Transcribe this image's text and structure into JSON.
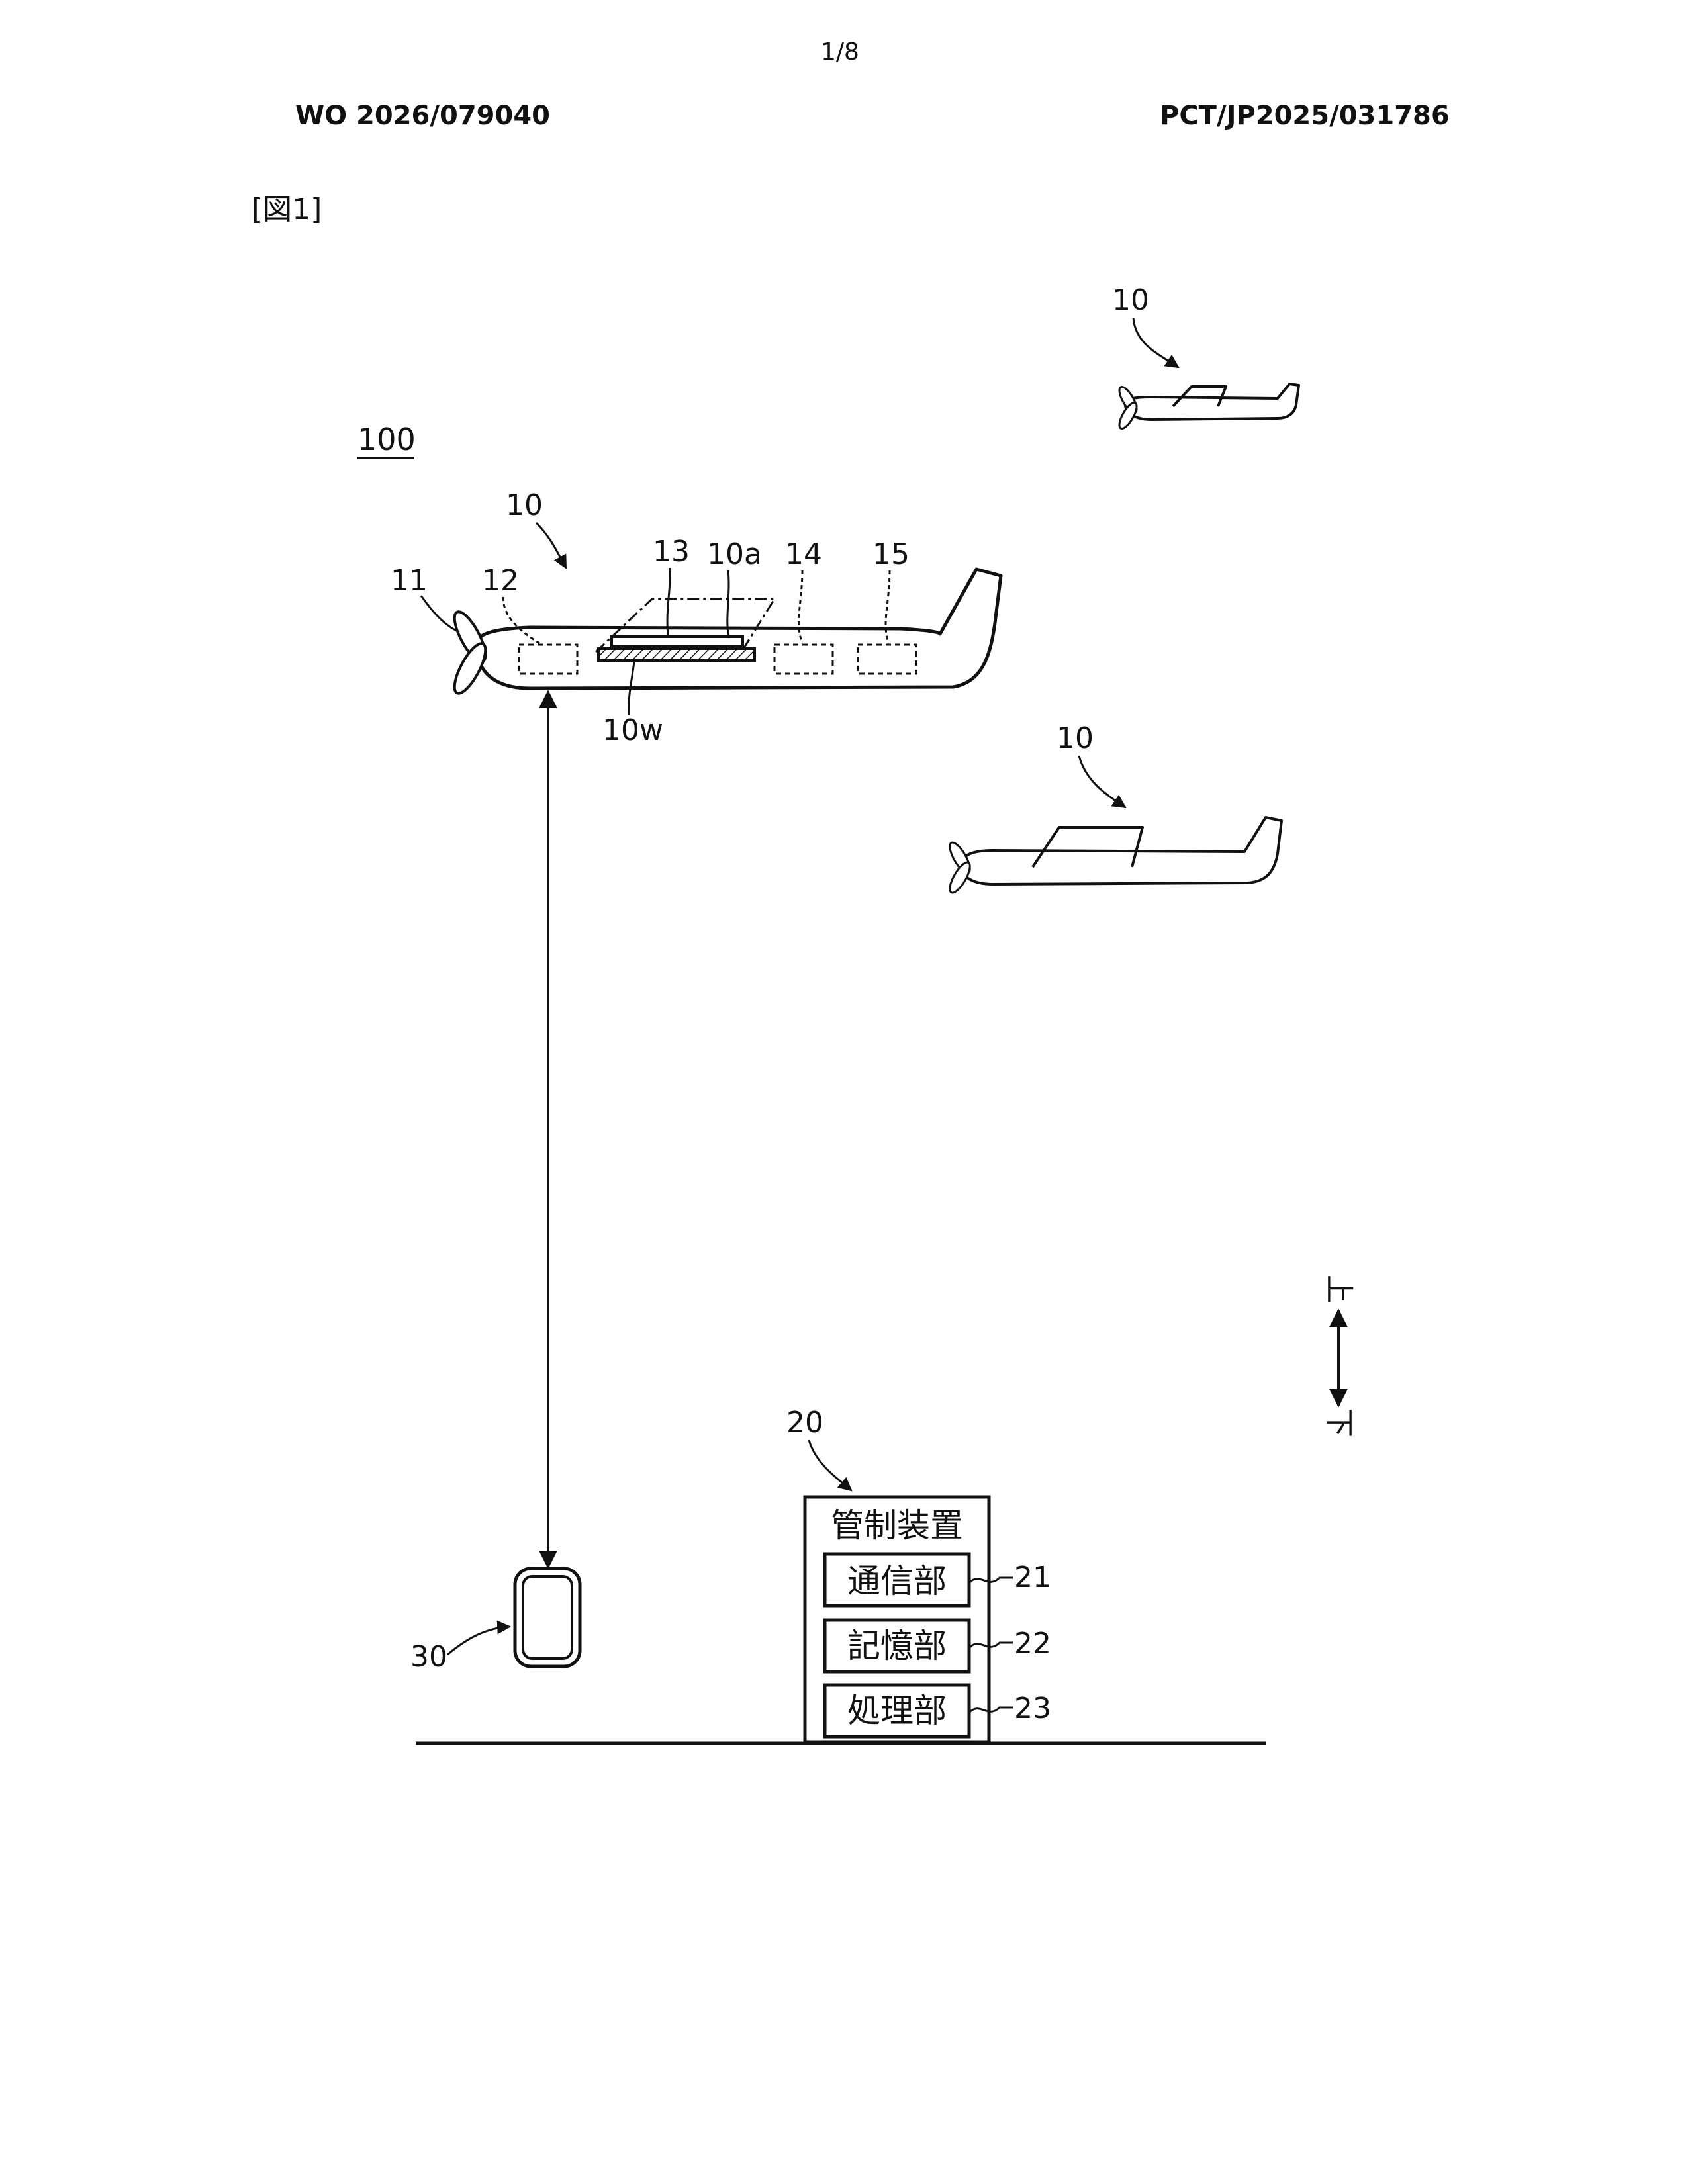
{
  "header": {
    "page_number": "1/8",
    "publication_number": "WO 2026/079040",
    "application_number": "PCT/JP2025/031786"
  },
  "figure": {
    "label": "[図1]",
    "system_ref": "100",
    "aircraft_main": {
      "ref": "10",
      "parts": {
        "propeller": "11",
        "unit_12": "12",
        "unit_13": "13",
        "unit_10a": "10a",
        "unit_14": "14",
        "unit_15": "15",
        "wing": "10w"
      }
    },
    "aircraft_top_right_ref": "10",
    "aircraft_middle_right_ref": "10",
    "terminal_ref": "30",
    "control_device": {
      "ref": "20",
      "title": "管制装置",
      "units": [
        {
          "ref": "21",
          "label": "通信部"
        },
        {
          "ref": "22",
          "label": "記憶部"
        },
        {
          "ref": "23",
          "label": "処理部"
        }
      ]
    },
    "direction_indicator": {
      "up": "上",
      "down": "下"
    }
  }
}
